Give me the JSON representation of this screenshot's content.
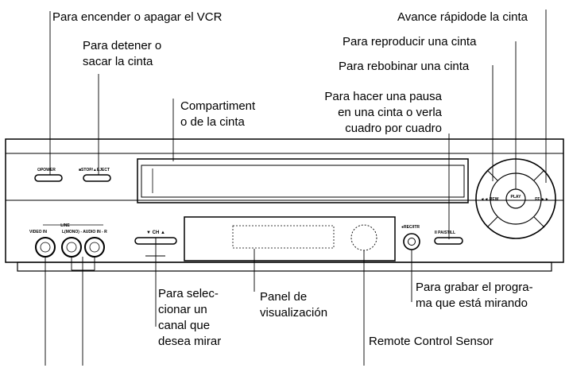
{
  "callouts": {
    "power": "Para encender o apagar el VCR",
    "stop": "Para detener o\nsacar la cinta",
    "compartment": "Compartiment\no de la cinta",
    "pause": "Para hacer una pausa\nen una cinta o verla\ncuadro por cuadro",
    "rewind": "Para rebobinar una cinta",
    "play": "Para reproducir una cinta",
    "ffwd": "Avance rápidode la cinta",
    "channel": "Para selec-\ncionar un\ncanal que\ndesea mirar",
    "display": "Panel de\nvisualización",
    "record": "Para grabar el progra-\nma que está mirando",
    "sensor": "Remote Control Sensor"
  },
  "panel": {
    "power_label": "⏻POWER",
    "stop_label": "■STOP/▲EJECT",
    "line_label": "LINE",
    "video_in": "VIDEO IN",
    "audio_in": "L(MONO) - AUDIO IN - R",
    "ch_label": "▼  CH  ▲",
    "rec_label": "●REC/ITR",
    "pause_label": "II PA/STILL",
    "play_label": "PLAY",
    "rew_label": "◄◄ REW",
    "ff_label": "FF ►►"
  }
}
